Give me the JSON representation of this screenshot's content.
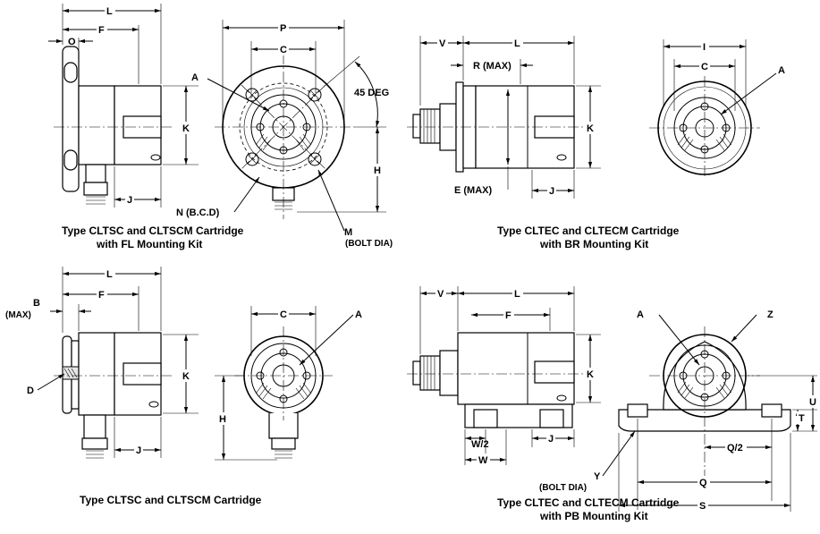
{
  "drawings": {
    "fl": {
      "caption_line1": "Type CLTSC and CLTSCM Cartridge",
      "caption_line2": "with FL Mounting Kit",
      "dims": {
        "L": "L",
        "F": "F",
        "O": "O",
        "K": "K",
        "J": "J",
        "P": "P",
        "C": "C",
        "A": "A",
        "angle": "45 DEG",
        "H": "H",
        "N": "N (B.C.D)",
        "M1": "M",
        "M2": "(BOLT DIA)"
      }
    },
    "br": {
      "caption_line1": "Type CLTEC and CLTECM Cartridge",
      "caption_line2": "with BR Mounting Kit",
      "dims": {
        "V": "V",
        "L": "L",
        "R": "R (MAX)",
        "K": "K",
        "E": "E (MAX)",
        "J": "J",
        "I": "I",
        "C": "C",
        "A": "A"
      }
    },
    "plain": {
      "caption_line1": "Type CLTSC and CLTSCM Cartridge",
      "dims": {
        "B1": "B",
        "B2": "(MAX)",
        "L": "L",
        "F": "F",
        "K": "K",
        "D": "D",
        "J": "J",
        "C": "C",
        "A": "A",
        "H": "H"
      }
    },
    "pb": {
      "caption_line1": "Type CLTEC and CLTECM Cartridge",
      "caption_line2": "with PB Mounting Kit",
      "dims": {
        "V": "V",
        "L": "L",
        "F": "F",
        "K": "K",
        "W2": "W/2",
        "W": "W",
        "J": "J",
        "A": "A",
        "Z": "Z",
        "U": "U",
        "T": "T",
        "Q2": "Q/2",
        "Q": "Q",
        "S": "S",
        "Y1": "Y",
        "Y2": "(BOLT DIA)"
      }
    }
  }
}
